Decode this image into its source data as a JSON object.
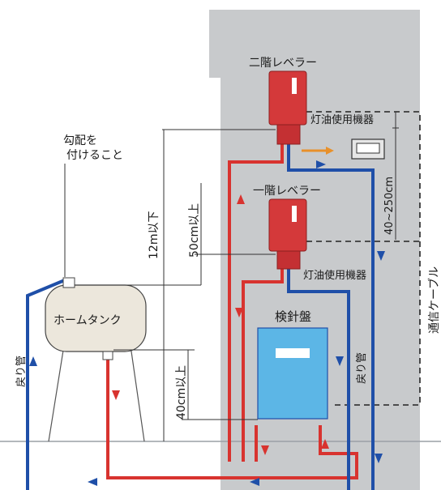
{
  "labels": {
    "lever_2f": "二階レベラー",
    "lever_1f": "一階レベラー",
    "kerosene_device_upper": "灯油使用機器",
    "kerosene_device_lower": "灯油使用機器",
    "dim_40_250": "40~250cm",
    "dim_12m": "12m以下",
    "dim_50cm": "50cm以上",
    "dim_40cm": "40cm以上",
    "slope_note_line1": "勾配を",
    "slope_note_line2": "付けること",
    "home_tank": "ホームタンク",
    "meter_box": "検針盤",
    "return_pipe_left": "戻り管",
    "return_pipe_right": "戻り管",
    "comm_cable": "通信ケーブル"
  },
  "colors": {
    "wall": "#c8cacc",
    "supply_pipe": "#d8332f",
    "return_pipe": "#1f4fa8",
    "lever_body": "#d4393a",
    "meter_box": "#5cb6e6",
    "tank": "#ece7dc",
    "orange_arrow": "#e8902a"
  }
}
